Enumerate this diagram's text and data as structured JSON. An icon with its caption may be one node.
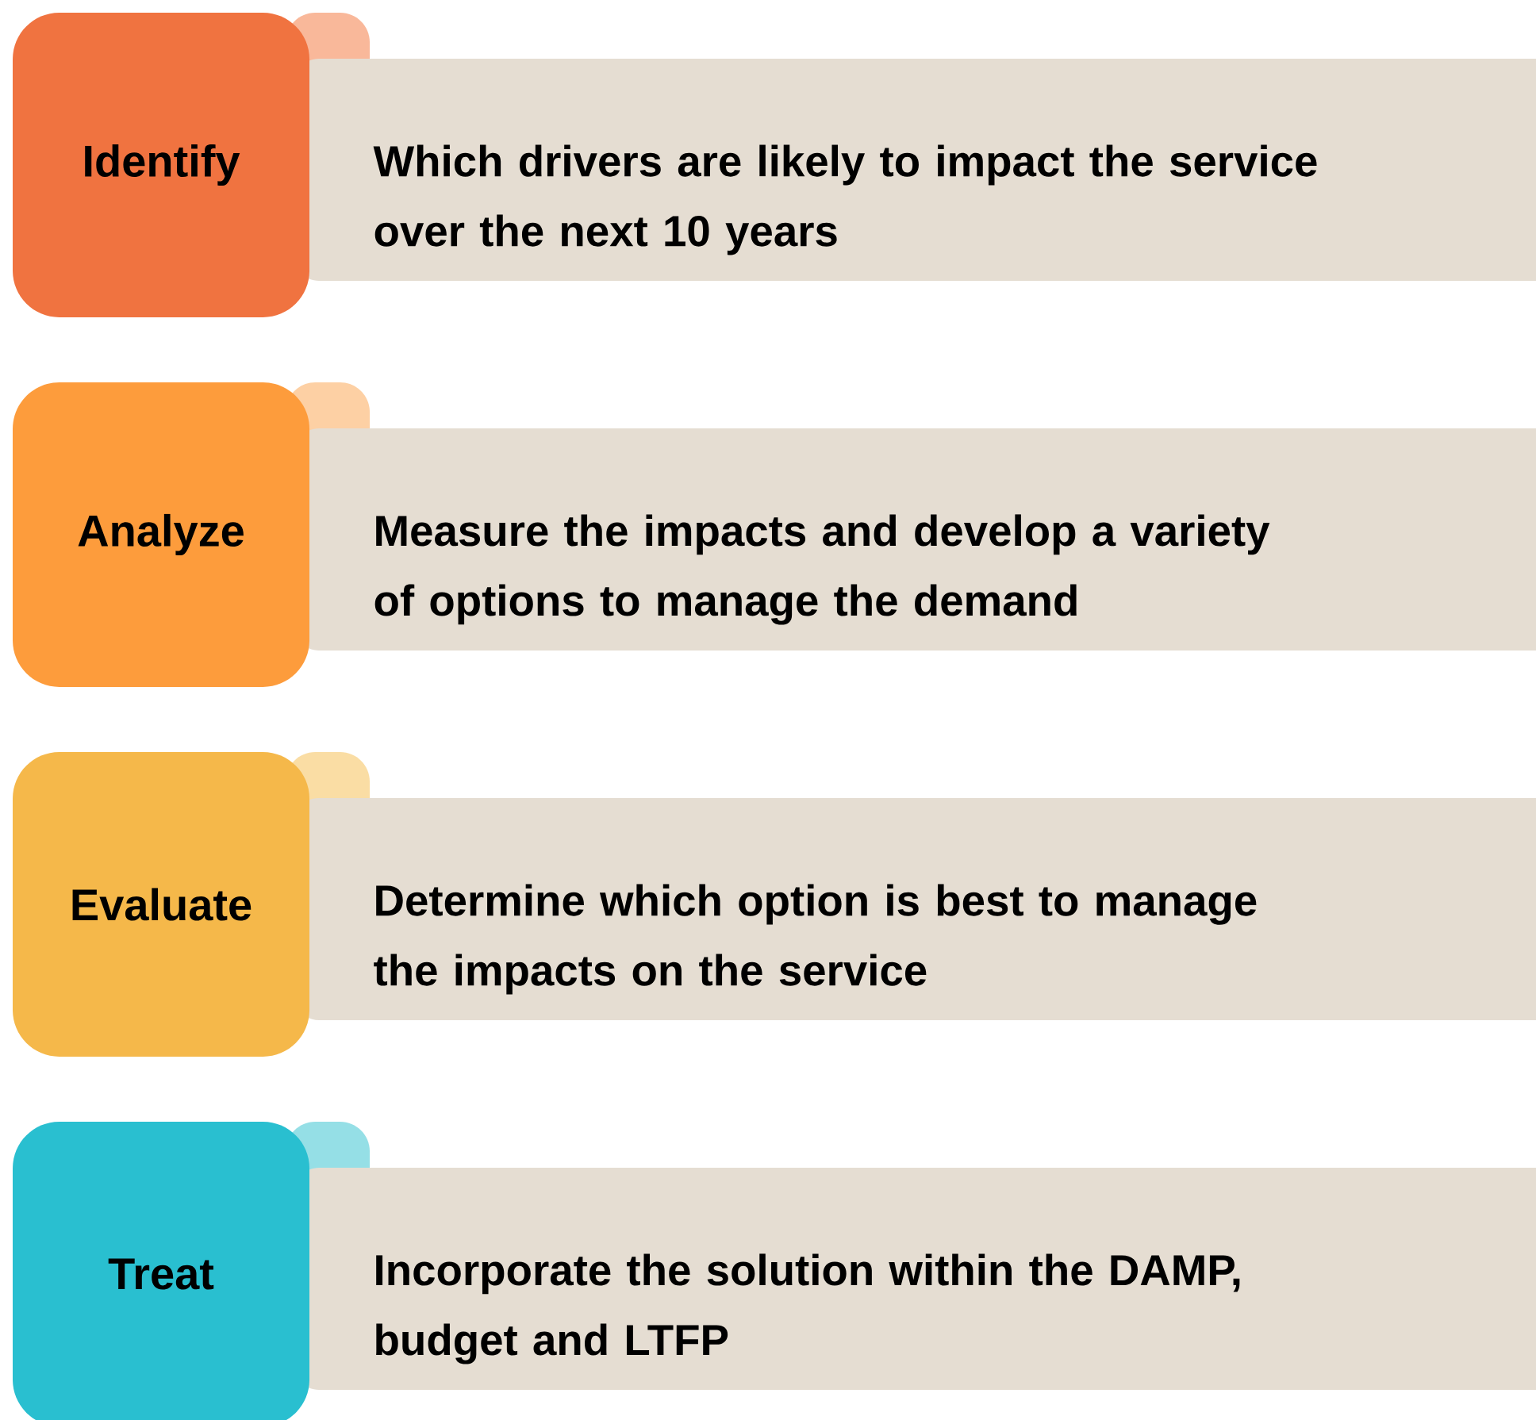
{
  "diagram": {
    "nodes": [
      {
        "text": [
          "Identify"
        ]
      },
      {
        "text": [
          "Which drivers are likely to impact the service over the next 10 years"
        ]
      },
      {
        "text": [
          "Analyze"
        ]
      },
      {
        "text": [
          "Measure the impacts and develop a variety of options to manage the demand"
        ]
      },
      {
        "text": [
          "Evaluate"
        ]
      },
      {
        "text": [
          "Determine which option is best to manage the impacts on the service"
        ]
      },
      {
        "text": [
          "Treat"
        ]
      },
      {
        "text": [
          "Incorporate the solution within the DAMP, budget and LTFP"
        ]
      }
    ]
  }
}
